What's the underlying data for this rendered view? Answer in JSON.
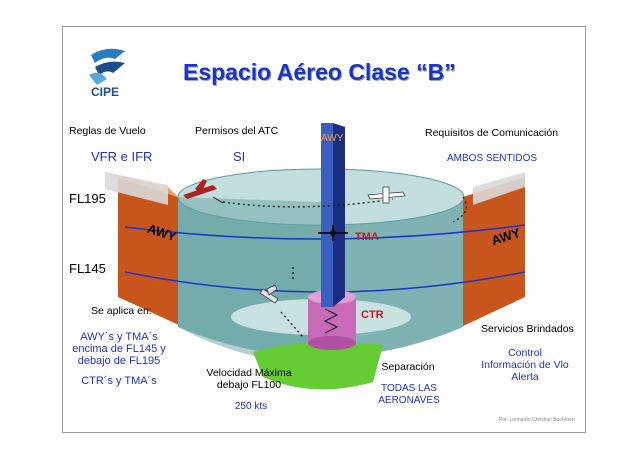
{
  "title": "Espacio Aéreo Clase “B”",
  "logo": {
    "text": "CIPE"
  },
  "headers": {
    "flight_rules_label": "Reglas de Vuelo",
    "flight_rules_value": "VFR e IFR",
    "atc_label": "Permisos del ATC",
    "atc_value": "SI",
    "comm_label": "Requisitos de Comunicación",
    "comm_value": "AMBOS SENTIDOS"
  },
  "levels": {
    "upper": "FL195",
    "lower": "FL145"
  },
  "diagram": {
    "awy_top": "AWY",
    "awy_left": "AWY",
    "awy_right": "AWY",
    "tma": "TMA",
    "ctr": "CTR"
  },
  "applies": {
    "label": "Se aplica en:",
    "line1": "AWY´s y TMA´s",
    "line2": "encima de FL145 y",
    "line3": "debajo de FL195",
    "line4": "CTR´s y TMA´s"
  },
  "speed": {
    "line1": "Velocidad Máxima",
    "line2": "debajo FL100",
    "value": "250 kts"
  },
  "separation": {
    "label": "Separación",
    "value1": "TODAS LAS",
    "value2": "AERONAVES"
  },
  "services": {
    "label": "Servicios Brindados",
    "line1": "Control",
    "line2": "Información de Vlo",
    "line3": "Alerta"
  },
  "footer": "Por: Leonardo Christian Buchroon",
  "colors": {
    "accent_blue": "#1a33cc",
    "awy_orange": "#c8561c",
    "ctr_pink": "#c86ab8",
    "cylinder": "#9ec6c6"
  }
}
